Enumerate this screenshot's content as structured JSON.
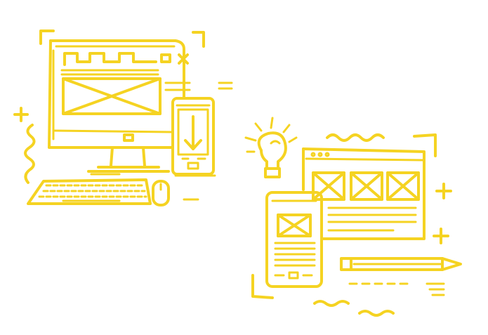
{
  "illustration": {
    "style": "yellow hand-drawn line art on white",
    "stroke_color": "#F5D322",
    "background_color": "#FFFFFF",
    "groups": [
      "desktop-monitor-with-wireframe",
      "smartphone-with-download-arrow",
      "keyboard",
      "mouse",
      "lightbulb",
      "browser-window-with-image-placeholders",
      "smartphone-with-wireframe",
      "pencil"
    ]
  }
}
